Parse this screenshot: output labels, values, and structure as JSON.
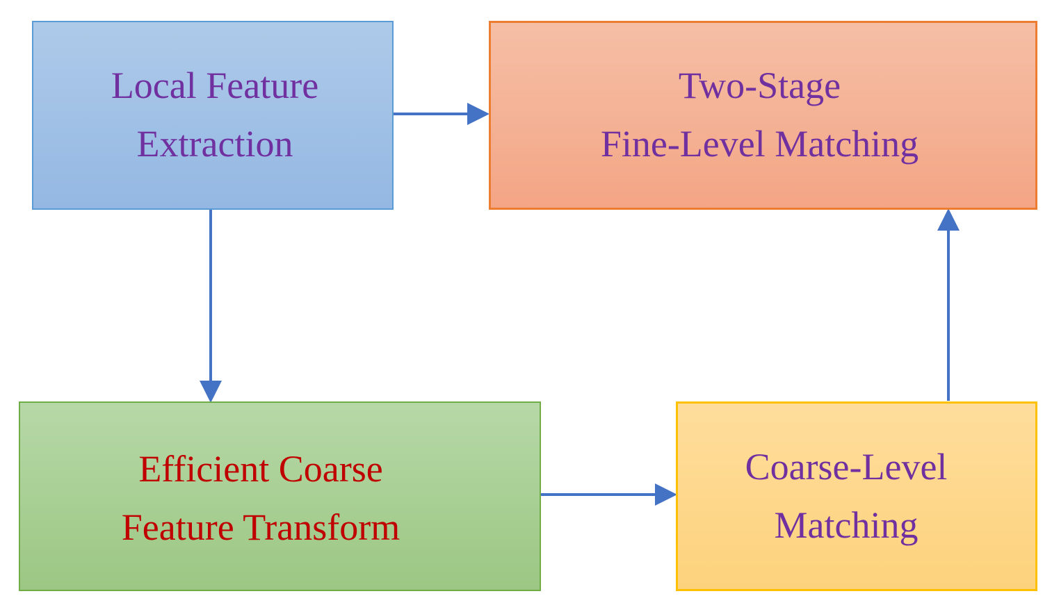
{
  "colors": {
    "arrow": "#4472c4",
    "purple_text": "#7030a0",
    "red_text": "#c00000",
    "blue_box": "#9dbfe6",
    "orange_box": "#f4ae90",
    "green_box": "#a8cf93",
    "yellow_box": "#fed788"
  },
  "boxes": {
    "local_feature": {
      "line1": "Local Feature",
      "line2": "Extraction"
    },
    "two_stage": {
      "line1": "Two-Stage",
      "line2": "Fine-Level Matching"
    },
    "efficient_coarse": {
      "line1": "Efficient Coarse",
      "line2": "Feature Transform"
    },
    "coarse_level": {
      "line1": "Coarse-Level",
      "line2": "Matching"
    }
  },
  "edges": [
    {
      "from": "local_feature",
      "to": "two_stage"
    },
    {
      "from": "local_feature",
      "to": "efficient_coarse"
    },
    {
      "from": "efficient_coarse",
      "to": "coarse_level"
    },
    {
      "from": "coarse_level",
      "to": "two_stage"
    }
  ]
}
